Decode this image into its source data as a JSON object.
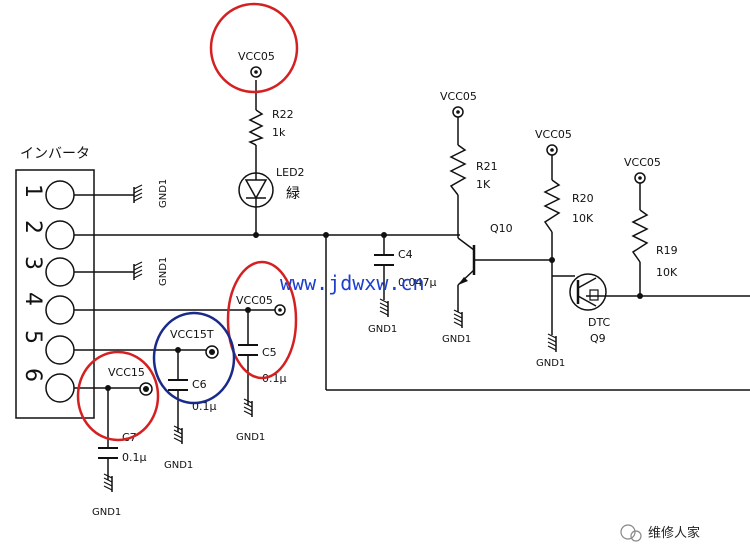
{
  "connector": {
    "title": "インバータ",
    "pins": [
      "1",
      "2",
      "3",
      "4",
      "5",
      "6"
    ]
  },
  "nets": {
    "vcc05": "VCC05",
    "vcc15": "VCC15",
    "vcc15t": "VCC15T",
    "gnd": "GND1"
  },
  "components": {
    "r22": {
      "ref": "R22",
      "value": "1k"
    },
    "led2": {
      "ref": "LED2",
      "color": "緑"
    },
    "r21": {
      "ref": "R21",
      "value": "1K"
    },
    "r20": {
      "ref": "R20",
      "value": "10K"
    },
    "r19": {
      "ref": "R19",
      "value": "10K"
    },
    "c4": {
      "ref": "C4",
      "value": "0.047μ"
    },
    "c5": {
      "ref": "C5",
      "value": "0.1μ"
    },
    "c6": {
      "ref": "C6",
      "value": "0.1μ"
    },
    "c7": {
      "ref": "C7",
      "value": "0.1μ"
    },
    "q10": {
      "ref": "Q10"
    },
    "q9": {
      "ref": "Q9",
      "type": "DTC"
    }
  },
  "watermark": {
    "url": "www.jdwxw.cn",
    "brand": "维修人家"
  },
  "colors": {
    "wire": "#111111",
    "highlight_red": "#d42020",
    "highlight_blue": "#1a2a8a",
    "watermark_blue": "#1d3fd0"
  }
}
